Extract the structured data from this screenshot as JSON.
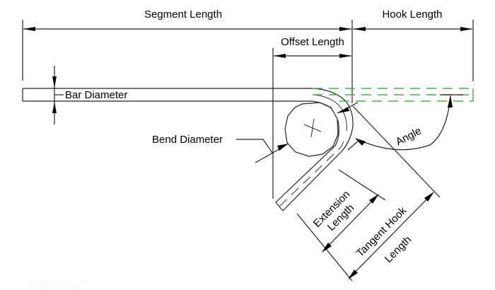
{
  "diagram": {
    "title": "Rebar hook dimension diagram",
    "labels": {
      "segment_length": "Segment Length",
      "hook_length": "Hook Length",
      "offset_length": "Offset Length",
      "bar_diameter": "Bar Diameter",
      "bend_diameter": "Bend Diameter",
      "angle": "Angle",
      "extension_length_line1": "Extension",
      "extension_length_line2": "Length",
      "tangent_hook_length_line1": "Tangent Hook",
      "tangent_hook_length_line2": "Length"
    },
    "watermark": "Angle = 180°",
    "colors": {
      "line": "#222222",
      "alternate_hook": "#3cb83c",
      "background": "#ffffff"
    }
  }
}
